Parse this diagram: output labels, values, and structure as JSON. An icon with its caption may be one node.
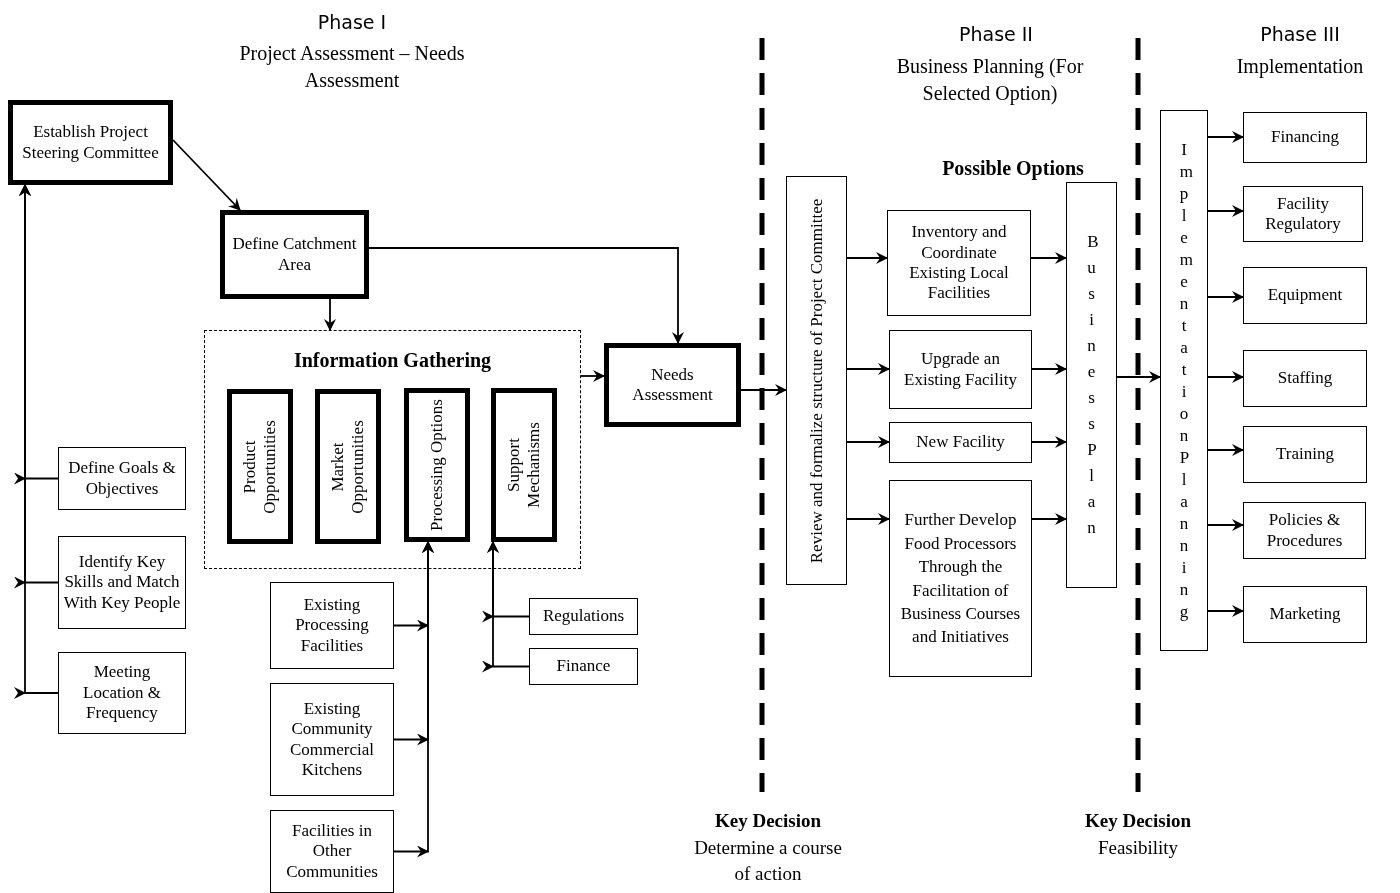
{
  "diagram": {
    "nodes": [
      {
        "text": [
          "Establish Project Steering Committee"
        ]
      },
      {
        "text": [
          "Define Catchment Area"
        ]
      },
      {
        "text": [
          "Information Gathering"
        ]
      },
      {
        "text": [
          "Product Opportunities"
        ],
        "in": 2
      },
      {
        "text": [
          "Market Opportunities"
        ],
        "in": 2
      },
      {
        "text": [
          "Processing Options"
        ],
        "in": 2
      },
      {
        "text": [
          "Support Mechanisms"
        ],
        "in": 2
      },
      {
        "text": [
          "Needs Assessment"
        ]
      },
      {
        "text": [
          "Define Goals & Objectives"
        ]
      },
      {
        "text": [
          "Identify Key Skills and Match With Key People"
        ]
      },
      {
        "text": [
          "Meeting Location & Frequency"
        ]
      },
      {
        "text": [
          "Existing Processing Facilities"
        ]
      },
      {
        "text": [
          "Existing Community Commercial Kitchens"
        ]
      },
      {
        "text": [
          "Facilities in Other Communities"
        ]
      },
      {
        "text": [
          "Regulations"
        ]
      },
      {
        "text": [
          "Finance"
        ]
      },
      {
        "text": [
          "Review and formalize structure of Project Committee"
        ]
      },
      {
        "text": [
          "Inventory and Coordinate Existing Local Facilities"
        ]
      },
      {
        "text": [
          "Upgrade an Existing Facility"
        ]
      },
      {
        "text": [
          "New Facility"
        ]
      },
      {
        "text": [
          "Further Develop Food Processors Through the Facilitation of Business Courses and Initiatives"
        ]
      },
      {
        "text": [
          "Business Plan"
        ]
      },
      {
        "text": [
          "Implementation Planning"
        ]
      },
      {
        "text": [
          "Financing"
        ]
      },
      {
        "text": [
          "Facility Regulatory"
        ]
      },
      {
        "text": [
          "Equipment"
        ]
      },
      {
        "text": [
          "Staffing"
        ]
      },
      {
        "text": [
          "Training"
        ]
      },
      {
        "text": [
          "Policies & Procedures"
        ]
      },
      {
        "text": [
          "Marketing"
        ]
      }
    ],
    "edges": [
      {
        "from": 0,
        "to": 1,
        "arrow": "to"
      },
      {
        "from": 8,
        "to": 0,
        "arrow": "to"
      },
      {
        "from": 9,
        "to": 0,
        "arrow": "to"
      },
      {
        "from": 10,
        "to": 0,
        "arrow": "to"
      },
      {
        "from": 1,
        "to": 2,
        "arrow": "to"
      },
      {
        "from": 1,
        "to": 7,
        "arrow": "to"
      },
      {
        "from": 2,
        "to": 7,
        "arrow": "to"
      },
      {
        "from": 11,
        "to": 5,
        "arrow": "to"
      },
      {
        "from": 12,
        "to": 5,
        "arrow": "to"
      },
      {
        "from": 13,
        "to": 5,
        "arrow": "to"
      },
      {
        "from": 14,
        "to": 6,
        "arrow": "to"
      },
      {
        "from": 15,
        "to": 6,
        "arrow": "to"
      },
      {
        "from": 7,
        "to": 16,
        "arrow": "to"
      },
      {
        "from": 16,
        "to": 17,
        "arrow": "to"
      },
      {
        "from": 16,
        "to": 18,
        "arrow": "to"
      },
      {
        "from": 16,
        "to": 19,
        "arrow": "to"
      },
      {
        "from": 16,
        "to": 20,
        "arrow": "to"
      },
      {
        "from": 17,
        "to": 21,
        "arrow": "to"
      },
      {
        "from": 18,
        "to": 21,
        "arrow": "to"
      },
      {
        "from": 19,
        "to": 21,
        "arrow": "to"
      },
      {
        "from": 20,
        "to": 21,
        "arrow": "to"
      },
      {
        "from": 21,
        "to": 22,
        "arrow": "to"
      },
      {
        "from": 22,
        "to": 23,
        "arrow": "to"
      },
      {
        "from": 22,
        "to": 24,
        "arrow": "to"
      },
      {
        "from": 22,
        "to": 25,
        "arrow": "to"
      },
      {
        "from": 22,
        "to": 26,
        "arrow": "to"
      },
      {
        "from": 22,
        "to": 27,
        "arrow": "to"
      },
      {
        "from": 22,
        "to": 28,
        "arrow": "to"
      },
      {
        "from": 22,
        "to": 29,
        "arrow": "to"
      }
    ],
    "labels": [
      "Phase I",
      "Project Assessment – Needs Assessment",
      "Phase II",
      "Business Planning (For Selected Option)",
      "Phase III",
      "Implementation",
      "Possible Options",
      "Key Decision",
      "Determine a course of action",
      "Key Decision",
      "Feasibility"
    ]
  }
}
